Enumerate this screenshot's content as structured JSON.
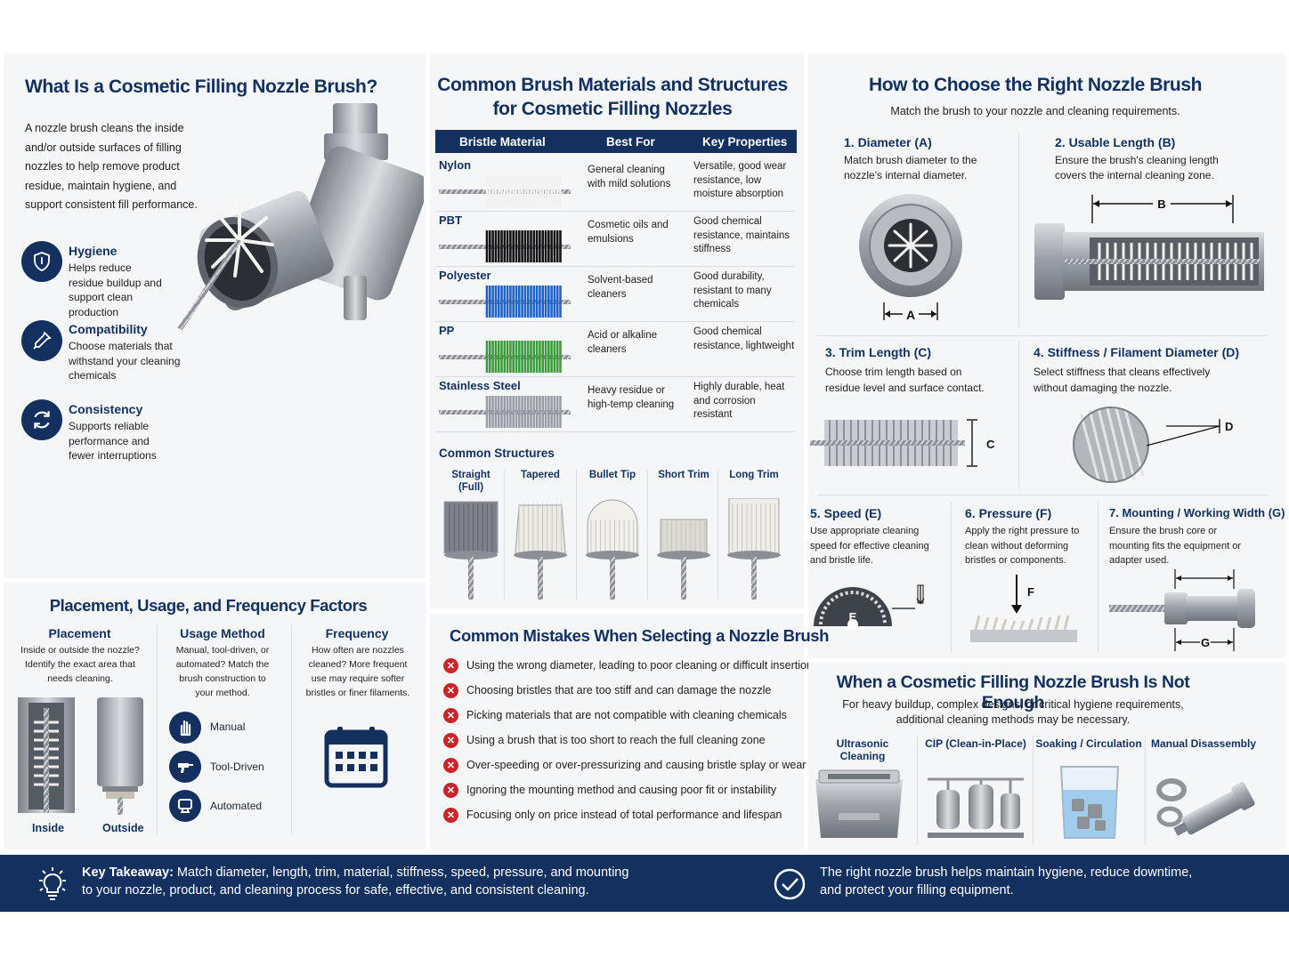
{
  "colors": {
    "navy": "#13305e",
    "red": "#c8262b",
    "panel": "#f5f6f8",
    "steel": "#a9adb3"
  },
  "what": {
    "title": "What Is a Cosmetic Filling Nozzle Brush?",
    "intro": "A nozzle brush cleans the inside and/or outside surfaces of filling nozzles to help remove product residue, maintain hygiene, and support consistent fill performance.",
    "features": [
      {
        "icon": "shield-icon",
        "title": "Hygiene",
        "text": "Helps reduce residue buildup and support clean production"
      },
      {
        "icon": "dropper-icon",
        "title": "Compatibility",
        "text": "Choose materials that withstand your cleaning chemicals"
      },
      {
        "icon": "refresh-icon",
        "title": "Consistency",
        "text": "Supports reliable performance and fewer interruptions"
      }
    ]
  },
  "materials": {
    "title_line1": "Common Brush Materials and Structures",
    "title_line2": "for Cosmetic Filling Nozzles",
    "headers": [
      "Bristle Material",
      "Best For",
      "Key Properties"
    ],
    "rows": [
      {
        "name": "Nylon",
        "best": "General cleaning with mild solutions",
        "props": "Versatile, good wear resistance, low moisture absorption",
        "color": "#f2f2f0"
      },
      {
        "name": "PBT",
        "best": "Cosmetic oils and emulsions",
        "props": "Good chemical resistance, maintains stiffness",
        "color": "#141414"
      },
      {
        "name": "Polyester",
        "best": "Solvent-based cleaners",
        "props": "Good durability, resistant to many chemicals",
        "color": "#1f63c9"
      },
      {
        "name": "PP",
        "best": "Acid or alkaline cleaners",
        "props": "Good chemical resistance, lightweight",
        "color": "#3d9a3d"
      },
      {
        "name": "Stainless Steel",
        "best": "Heavy residue or high-temp cleaning",
        "props": "Highly durable, heat and corrosion resistant",
        "color": "#9a9ea4"
      }
    ],
    "structures_title": "Common Structures",
    "structures": [
      "Straight (Full)",
      "Tapered",
      "Bullet Tip",
      "Short Trim",
      "Long Trim"
    ]
  },
  "choose": {
    "title": "How to Choose the Right Nozzle Brush",
    "subtitle": "Match the brush to your nozzle and cleaning requirements.",
    "factors": [
      {
        "title": "1. Diameter (A)",
        "text": "Match brush diameter to the nozzle's internal diameter.",
        "label": "A"
      },
      {
        "title": "2. Usable Length (B)",
        "text": "Ensure the brush's cleaning length covers the internal cleaning zone.",
        "label": "B"
      },
      {
        "title": "3. Trim Length (C)",
        "text": "Choose trim length based on residue level and surface contact.",
        "label": "C"
      },
      {
        "title": "4. Stiffness / Filament Diameter (D)",
        "text": "Select stiffness that cleans effectively without damaging the nozzle.",
        "label": "D"
      },
      {
        "title": "5. Speed (E)",
        "text": "Use appropriate cleaning speed for effective cleaning and bristle life.",
        "label": "E"
      },
      {
        "title": "6. Pressure (F)",
        "text": "Apply the right pressure to clean without deforming bristles or components.",
        "label": "F"
      },
      {
        "title": "7. Mounting / Working Width (G)",
        "text": "Ensure the brush core or mounting fits the equipment or adapter used.",
        "label": "G"
      }
    ]
  },
  "placement": {
    "title": "Placement, Usage, and Frequency Factors",
    "cols": [
      {
        "title": "Placement",
        "text": "Inside or outside the nozzle? Identify the exact area that needs cleaning."
      },
      {
        "title": "Usage Method",
        "text": "Manual, tool-driven, or automated? Match the brush construction to your method."
      },
      {
        "title": "Frequency",
        "text": "How often are nozzles cleaned? More frequent use may require softer bristles or finer filaments."
      }
    ],
    "inside_label": "Inside",
    "outside_label": "Outside",
    "methods": [
      {
        "icon": "hand-icon",
        "label": "Manual"
      },
      {
        "icon": "drill-icon",
        "label": "Tool-Driven"
      },
      {
        "icon": "robot-icon",
        "label": "Automated"
      }
    ]
  },
  "mistakes": {
    "title": "Common Mistakes When Selecting a Nozzle Brush",
    "items": [
      "Using the wrong diameter, leading to poor cleaning or difficult insertion",
      "Choosing bristles that are too stiff and can damage the nozzle",
      "Picking materials that are not compatible with cleaning chemicals",
      "Using a brush that is too short to reach the full cleaning zone",
      "Over-speeding or over-pressurizing and causing bristle splay or wear",
      "Ignoring the mounting method and causing poor fit or instability",
      "Focusing only on price instead of total performance and lifespan"
    ]
  },
  "notenough": {
    "title": "When a Cosmetic Filling Nozzle Brush Is Not Enough",
    "text_line1": "For heavy buildup, complex designs, or critical hygiene requirements,",
    "text_line2": "additional cleaning methods may be necessary.",
    "methods": [
      "Ultrasonic Cleaning",
      "CIP (Clean-in-Place)",
      "Soaking / Circulation",
      "Manual Disassembly"
    ]
  },
  "footer": {
    "takeaway_label": "Key Takeaway:",
    "takeaway_line1": " Match diameter, length, trim, material, stiffness, speed, pressure, and mounting",
    "takeaway_line2": "to your nozzle, product, and cleaning process for safe, effective, and consistent cleaning.",
    "right_line1": "The right nozzle brush helps maintain hygiene, reduce downtime,",
    "right_line2": "and protect your filling equipment."
  }
}
